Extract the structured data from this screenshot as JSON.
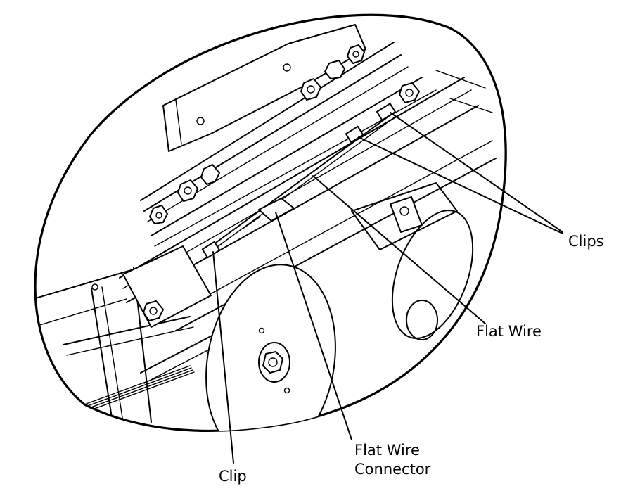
{
  "labels": {
    "clips": "Clips",
    "flat_wire": "Flat Wire",
    "flat_wire_connector_line1": "Flat Wire",
    "flat_wire_connector_line2": "Connector",
    "clip": "Clip"
  },
  "colors": {
    "ink": "#000000",
    "paper": "#ffffff"
  }
}
